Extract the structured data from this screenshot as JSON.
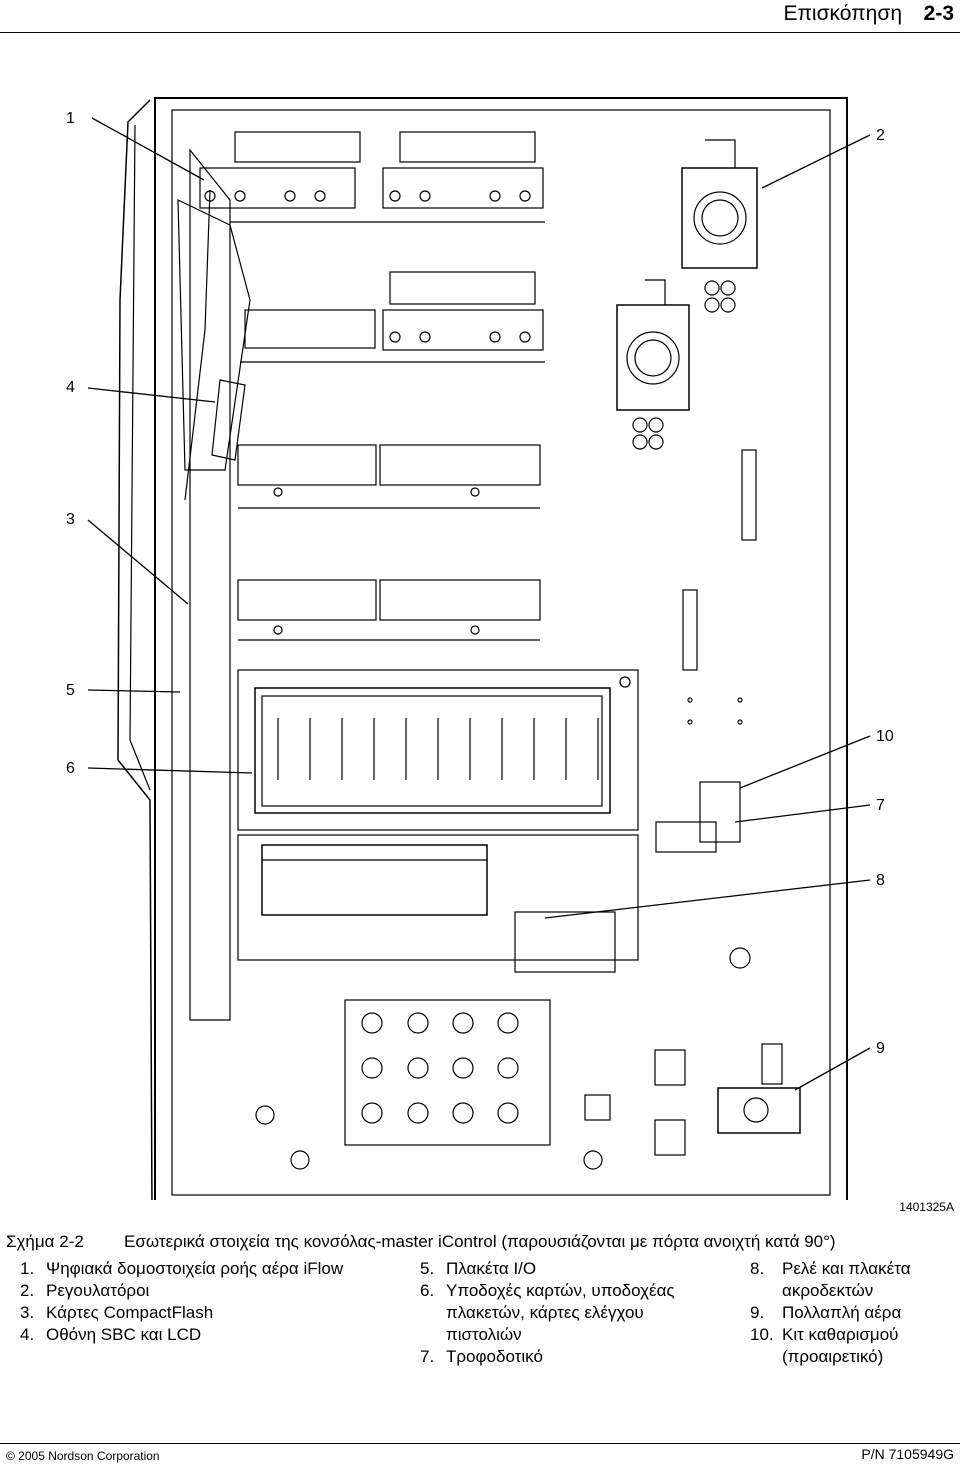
{
  "header": {
    "title": "Επισκόπηση",
    "page": "2-3"
  },
  "callouts": [
    "1",
    "2",
    "3",
    "4",
    "5",
    "6",
    "7",
    "8",
    "9",
    "10"
  ],
  "figure": {
    "code": "1401325A",
    "label": "Σχήμα 2-2",
    "caption": "Εσωτερικά στοιχεία της κονσόλας-master iControl (παρουσιάζονται με πόρτα ανοιχτή κατά 90°)"
  },
  "legend": [
    [
      {
        "n": "1.",
        "t": "Ψηφιακά δομοστοιχεία ροής αέρα iFlow"
      },
      {
        "n": "2.",
        "t": "Ρεγουλατόροι"
      },
      {
        "n": "3.",
        "t": "Κάρτες CompactFlash"
      },
      {
        "n": "4.",
        "t": "Οθόνη SBC και LCD"
      }
    ],
    [
      {
        "n": "5.",
        "t": "Πλακέτα I/O"
      },
      {
        "n": "6.",
        "t": "Υποδοχές καρτών, υποδοχέας πλακετών, κάρτες ελέγχου πιστολιών"
      },
      {
        "n": "7.",
        "t": "Τροφοδοτικό"
      }
    ],
    [
      {
        "n": "8.",
        "t": "Ρελέ και πλακέτα ακροδεκτών"
      },
      {
        "n": "9.",
        "t": "Πολλαπλή αέρα"
      },
      {
        "n": "10.",
        "t": "Κιτ καθαρισμού (προαιρετικό)"
      }
    ]
  ],
  "footer": {
    "copyright": "© 2005 Nordson Corporation",
    "pn": "P/N 7105949G"
  }
}
